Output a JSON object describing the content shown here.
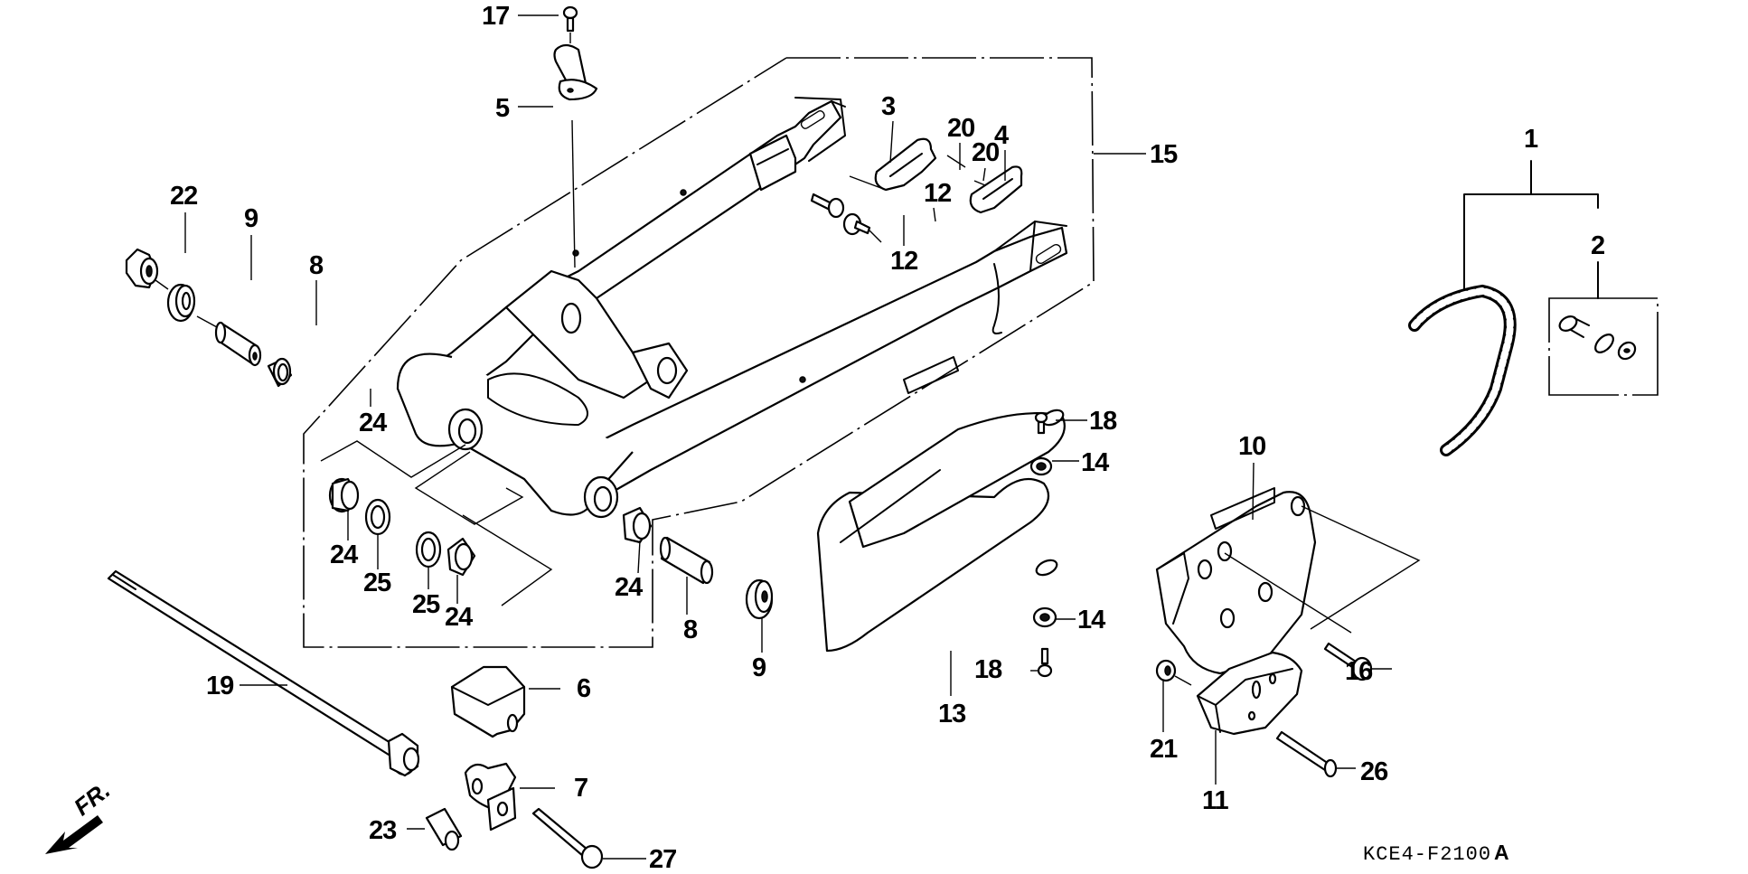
{
  "diagram": {
    "title": "Swingarm / Drive Chain exploded parts view",
    "reference_code": "KCE4-F2100",
    "reference_suffix": "A",
    "direction_indicator": "FR.",
    "colors": {
      "ink": "#000000",
      "background": "#ffffff"
    }
  },
  "callouts": [
    {
      "id": "c1",
      "label": "1",
      "part": "drive-chain-assembly"
    },
    {
      "id": "c2",
      "label": "2",
      "part": "chain-joint-kit"
    },
    {
      "id": "c3",
      "label": "3",
      "part": "chain-adjuster-plate-left"
    },
    {
      "id": "c4",
      "label": "4",
      "part": "chain-adjuster-plate-right"
    },
    {
      "id": "c5",
      "label": "5",
      "part": "brake-hose-clamp"
    },
    {
      "id": "c6",
      "label": "6",
      "part": "swingarm-pivot-cover"
    },
    {
      "id": "c7",
      "label": "7",
      "part": "bracket"
    },
    {
      "id": "c8a",
      "label": "8",
      "part": "pivot-collar-left"
    },
    {
      "id": "c8b",
      "label": "8",
      "part": "pivot-collar-right"
    },
    {
      "id": "c9a",
      "label": "9",
      "part": "dust-seal-left"
    },
    {
      "id": "c9b",
      "label": "9",
      "part": "dust-seal-right"
    },
    {
      "id": "c10",
      "label": "10",
      "part": "chain-guide"
    },
    {
      "id": "c11",
      "label": "11",
      "part": "chain-guide-slider"
    },
    {
      "id": "c12a",
      "label": "12",
      "part": "adjuster-bolt-upper"
    },
    {
      "id": "c12b",
      "label": "12",
      "part": "adjuster-bolt-lower"
    },
    {
      "id": "c13",
      "label": "13",
      "part": "chain-slider"
    },
    {
      "id": "c14a",
      "label": "14",
      "part": "slider-nut-upper"
    },
    {
      "id": "c14b",
      "label": "14",
      "part": "slider-nut-lower"
    },
    {
      "id": "c15",
      "label": "15",
      "part": "swingarm"
    },
    {
      "id": "c16",
      "label": "16",
      "part": "flange-bolt"
    },
    {
      "id": "c17",
      "label": "17",
      "part": "clamp-screw"
    },
    {
      "id": "c18a",
      "label": "18",
      "part": "slider-screw-upper"
    },
    {
      "id": "c18b",
      "label": "18",
      "part": "slider-screw-lower"
    },
    {
      "id": "c19",
      "label": "19",
      "part": "pivot-bolt"
    },
    {
      "id": "c20a",
      "label": "20",
      "part": "adjuster-screw-a"
    },
    {
      "id": "c20b",
      "label": "20",
      "part": "adjuster-screw-b"
    },
    {
      "id": "c21",
      "label": "21",
      "part": "nut"
    },
    {
      "id": "c22",
      "label": "22",
      "part": "pivot-nut"
    },
    {
      "id": "c23",
      "label": "23",
      "part": "collar"
    },
    {
      "id": "c24a",
      "label": "24",
      "part": "needle-bearing-a"
    },
    {
      "id": "c24b",
      "label": "24",
      "part": "needle-bearing-b"
    },
    {
      "id": "c24c",
      "label": "24",
      "part": "needle-bearing-c"
    },
    {
      "id": "c24d",
      "label": "24",
      "part": "needle-bearing-d"
    },
    {
      "id": "c25a",
      "label": "25",
      "part": "ball-bearing-a"
    },
    {
      "id": "c25b",
      "label": "25",
      "part": "ball-bearing-b"
    },
    {
      "id": "c26",
      "label": "26",
      "part": "screw"
    },
    {
      "id": "c27",
      "label": "27",
      "part": "flange-bolt-bracket"
    }
  ]
}
